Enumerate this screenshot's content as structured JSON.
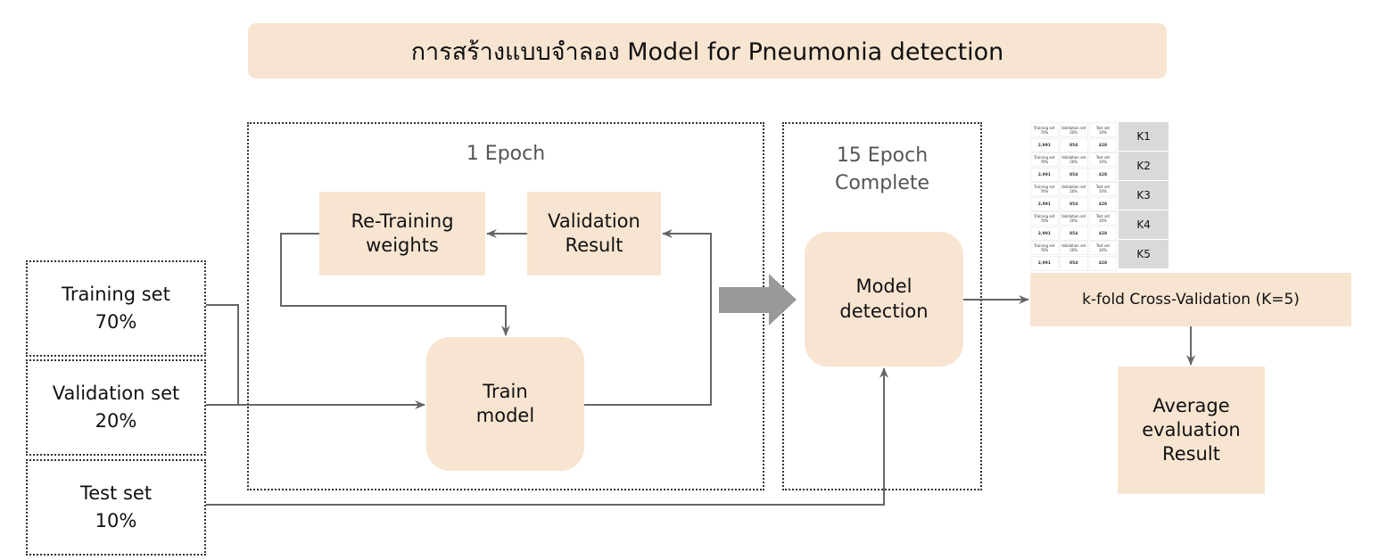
{
  "title": "การสร้างแบบจำลอง Model for Pneumonia detection",
  "inputs": [
    {
      "name": "Training set",
      "pct": "70%",
      "label": "Training set\n70%"
    },
    {
      "name": "Validation set",
      "pct": "20%",
      "label": "Validation set\n20%"
    },
    {
      "name": "Test set",
      "pct": "10%",
      "label": "Test set\n10%"
    }
  ],
  "epoch_group": {
    "label": "1 Epoch",
    "retraining": "Re-Training\nweights",
    "validation_result": "Validation\nResult",
    "train_model": "Train\nmodel"
  },
  "complete_group": {
    "label": "15 Epoch\nComplete",
    "model_detection": "Model\ndetection"
  },
  "kfold": {
    "label": "k-fold Cross-Validation (K=5)",
    "folds": [
      {
        "k": "K1",
        "cols": [
          {
            "h": "Training set\n70%",
            "v": "2,991"
          },
          {
            "h": "Validation set\n20%",
            "v": "854"
          },
          {
            "h": "Test set\n10%",
            "v": "428"
          }
        ]
      },
      {
        "k": "K2",
        "cols": [
          {
            "h": "Training set\n70%",
            "v": "2,991"
          },
          {
            "h": "Validation set\n20%",
            "v": "854"
          },
          {
            "h": "Test set\n10%",
            "v": "428"
          }
        ]
      },
      {
        "k": "K3",
        "cols": [
          {
            "h": "Training set\n70%",
            "v": "2,991"
          },
          {
            "h": "Validation set\n20%",
            "v": "854"
          },
          {
            "h": "Test set\n10%",
            "v": "428"
          }
        ]
      },
      {
        "k": "K4",
        "cols": [
          {
            "h": "Training set\n70%",
            "v": "2,991"
          },
          {
            "h": "Validation set\n20%",
            "v": "854"
          },
          {
            "h": "Test set\n10%",
            "v": "428"
          }
        ]
      },
      {
        "k": "K5",
        "cols": [
          {
            "h": "Training set\n70%",
            "v": "2,991"
          },
          {
            "h": "Validation set\n20%",
            "v": "854"
          },
          {
            "h": "Test set\n10%",
            "v": "428"
          }
        ]
      }
    ]
  },
  "average_result": "Average\nevaluation\nResult",
  "colors": {
    "node_fill": "#f8e5d1",
    "arrow": "#666666",
    "big_arrow": "#999999",
    "k_label_fill": "#d9d9d9"
  }
}
